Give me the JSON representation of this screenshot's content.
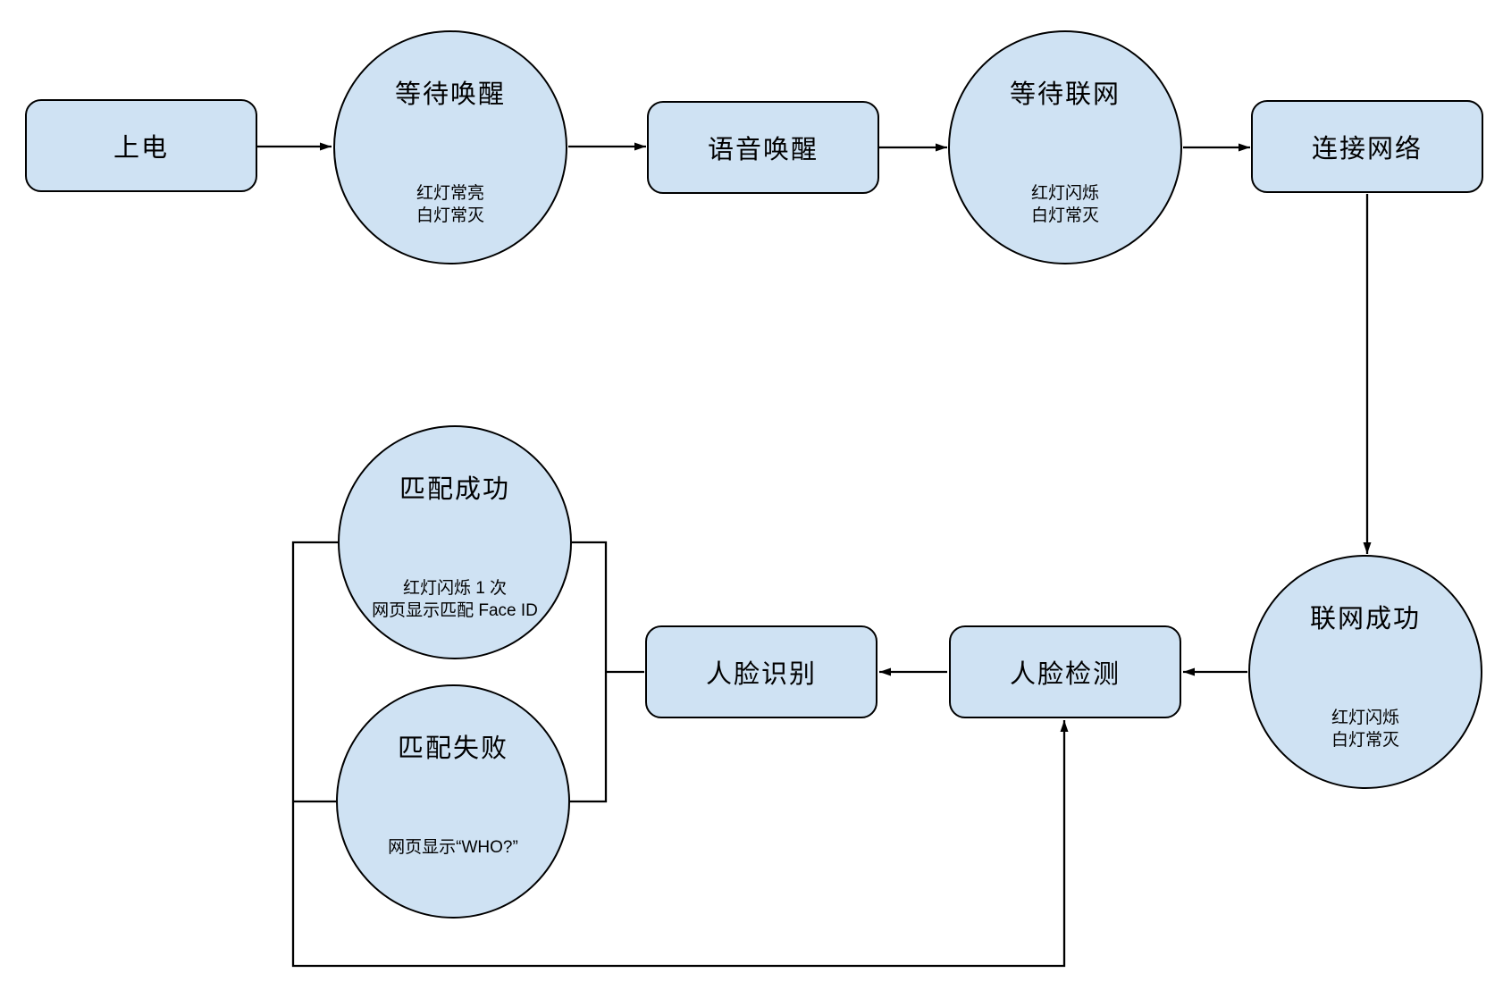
{
  "diagram": {
    "type": "flowchart",
    "colors": {
      "background": "#ffffff",
      "node_fill": "#cfe2f3",
      "node_border": "#000000",
      "connector": "#000000",
      "text": "#000000"
    },
    "nodes": {
      "power_on": {
        "shape": "rounded-rectangle",
        "label": "上电"
      },
      "wait_wake": {
        "shape": "circle",
        "label": "等待唤醒",
        "notes": [
          "红灯常亮",
          "白灯常灭"
        ]
      },
      "voice_wake": {
        "shape": "rounded-rectangle",
        "label": "语音唤醒"
      },
      "wait_network": {
        "shape": "circle",
        "label": "等待联网",
        "notes": [
          "红灯闪烁",
          "白灯常灭"
        ]
      },
      "connect_network": {
        "shape": "rounded-rectangle",
        "label": "连接网络"
      },
      "network_success": {
        "shape": "circle",
        "label": "联网成功",
        "notes": [
          "红灯闪烁",
          "白灯常灭"
        ]
      },
      "face_detect": {
        "shape": "rounded-rectangle",
        "label": "人脸检测"
      },
      "face_recognize": {
        "shape": "rounded-rectangle",
        "label": "人脸识别"
      },
      "match_success": {
        "shape": "circle",
        "label": "匹配成功",
        "notes": [
          "红灯闪烁 1 次",
          "网页显示匹配 Face ID"
        ]
      },
      "match_fail": {
        "shape": "circle",
        "label": "匹配失败",
        "notes": [
          "网页显示“WHO?”"
        ]
      }
    },
    "edges": [
      {
        "from": "power_on",
        "to": "wait_wake",
        "arrow": true
      },
      {
        "from": "wait_wake",
        "to": "voice_wake",
        "arrow": true
      },
      {
        "from": "voice_wake",
        "to": "wait_network",
        "arrow": true
      },
      {
        "from": "wait_network",
        "to": "connect_network",
        "arrow": true
      },
      {
        "from": "connect_network",
        "to": "network_success",
        "arrow": true
      },
      {
        "from": "network_success",
        "to": "face_detect",
        "arrow": true
      },
      {
        "from": "face_detect",
        "to": "face_recognize",
        "arrow": true
      },
      {
        "from": "face_recognize",
        "to": "match_success",
        "arrow": false
      },
      {
        "from": "face_recognize",
        "to": "match_fail",
        "arrow": false
      },
      {
        "from": "match_success",
        "to": "face_detect",
        "arrow": true
      },
      {
        "from": "match_fail",
        "to": "face_detect",
        "arrow": true
      }
    ]
  }
}
